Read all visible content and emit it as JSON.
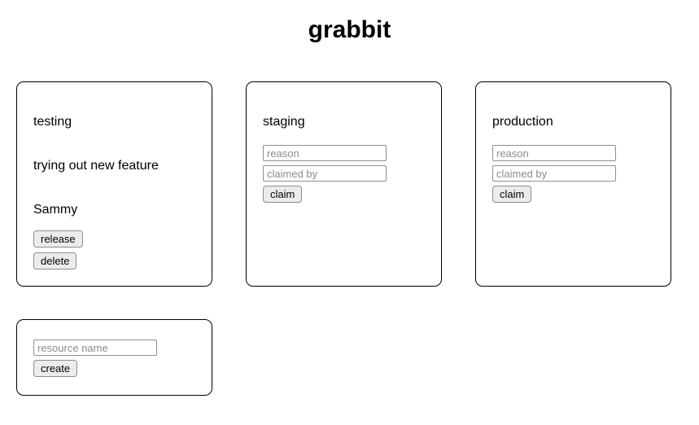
{
  "app": {
    "title": "grabbit"
  },
  "resources": [
    {
      "name": "testing",
      "state": "claimed",
      "reason": "trying out new feature",
      "claimed_by": "Sammy",
      "release_label": "release",
      "delete_label": "delete"
    },
    {
      "name": "staging",
      "state": "available",
      "reason_placeholder": "reason",
      "claimed_by_placeholder": "claimed by",
      "claim_label": "claim"
    },
    {
      "name": "production",
      "state": "available",
      "reason_placeholder": "reason",
      "claimed_by_placeholder": "claimed by",
      "claim_label": "claim"
    }
  ],
  "create_form": {
    "name_placeholder": "resource name",
    "create_label": "create"
  },
  "colors": {
    "background": "#ffffff",
    "text": "#000000",
    "card_border": "#000000",
    "button_face": "#ececec",
    "button_border": "#8e8e8e",
    "input_border": "#8f8f8f",
    "placeholder_text": "#8c8c8c"
  }
}
